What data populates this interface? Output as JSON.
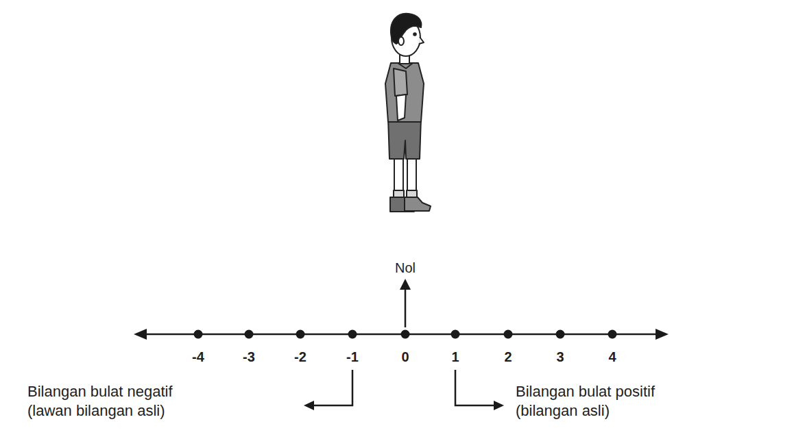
{
  "diagram": {
    "labels": [
      "Nol",
      "-4",
      "-3",
      "-2",
      "-1",
      "0",
      "1",
      "2",
      "3",
      "4",
      "Bilangan bulat negatif (lawan bilangan asli)",
      "Bilangan bulat positif (bilangan asli)"
    ]
  }
}
